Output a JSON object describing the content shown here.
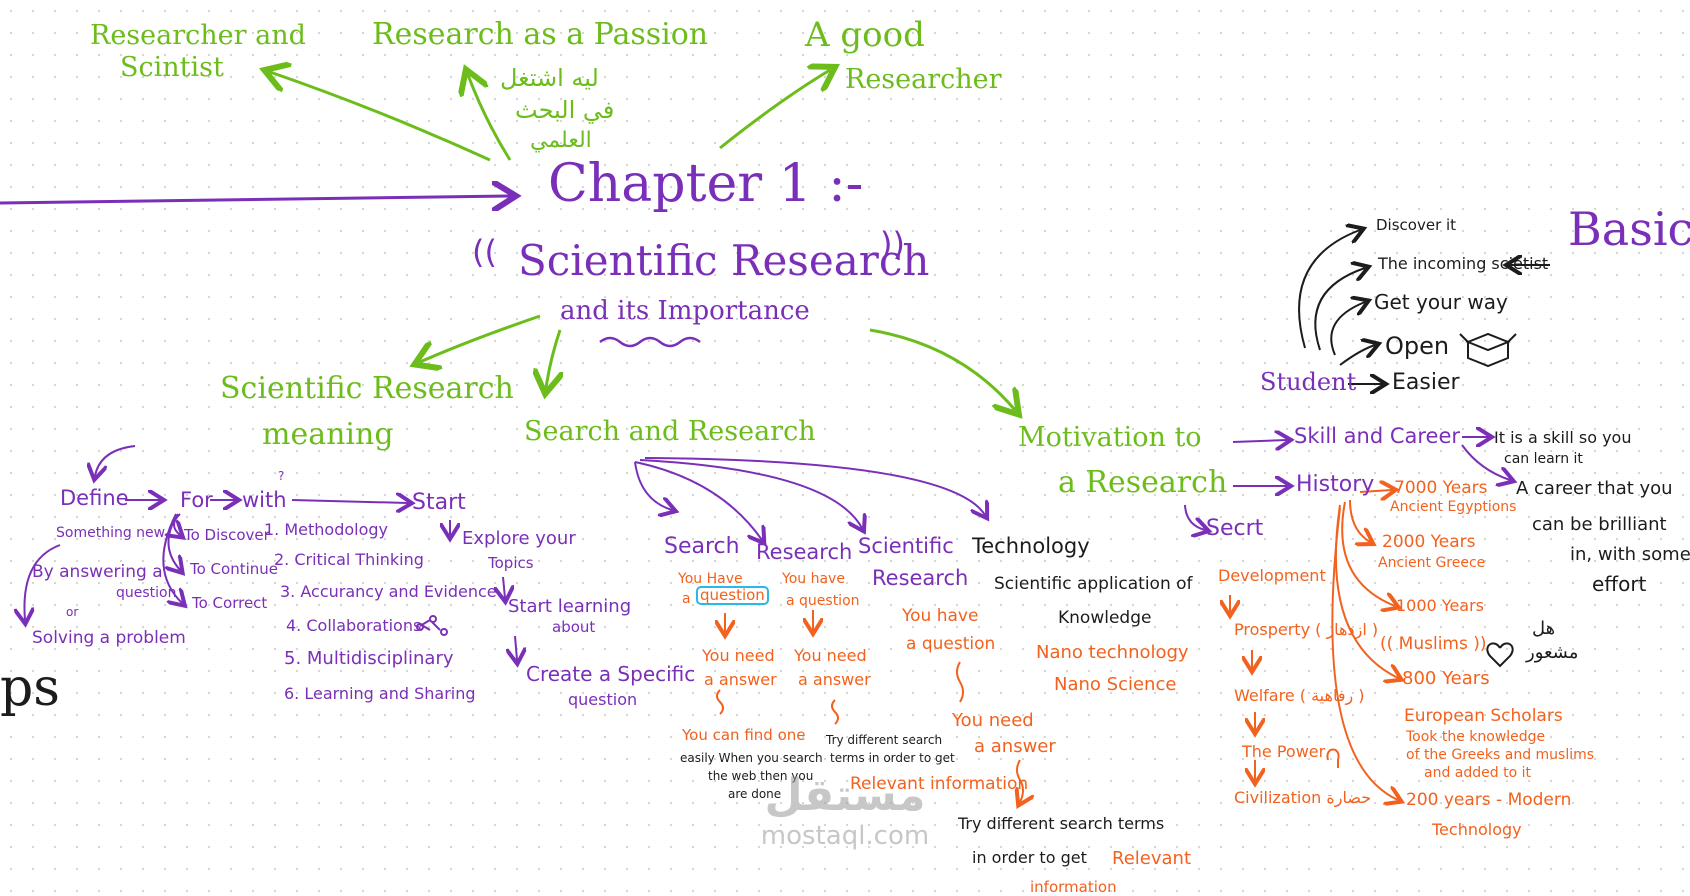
{
  "canvas": {
    "background": "#ffffff",
    "colors": {
      "green": "#6cbd1c",
      "purple": "#7a2fb8",
      "orange": "#f2621e",
      "black": "#1c1c1c",
      "highlight": "#2ab8e8"
    }
  },
  "center": {
    "title": "Chapter 1 :-",
    "open_quote": "((",
    "subtitle": "Scientific Research",
    "close_quote": "))",
    "subtitle2": "and its Importance"
  },
  "top_branches": {
    "researcher": [
      "Researcher and",
      "Scintist"
    ],
    "passion": "Research as a Passion",
    "passion_ar": [
      "ليه اشتغل",
      "في البحث",
      "العلمي"
    ],
    "good": [
      "A good",
      "Researcher"
    ]
  },
  "basics": {
    "title": "Basics",
    "student": "Student",
    "items": [
      "Discover it",
      "The incoming scietist",
      "Get your way",
      "Open",
      "Easier"
    ]
  },
  "meaning": {
    "title": [
      "Scientific Research",
      "meaning"
    ],
    "define": "Define",
    "something_new": "Something new",
    "by_answering": [
      "By answering a",
      "question"
    ],
    "or": "or",
    "solving": "Solving a problem",
    "for": "For",
    "with": "with",
    "q_mark": "?",
    "for_items": [
      "To Discover",
      "To Continue",
      "To Correct"
    ],
    "with_items": [
      "1. Methodology",
      "2. Critical Thinking",
      "3. Accurancy and Evidence",
      "4. Collaborations",
      "5. Multidisciplinary",
      "6. Learning and Sharing"
    ],
    "start": "Start",
    "start_items": [
      "Explore your",
      "Topics",
      "Start learning",
      "about",
      "Create a Specific",
      "question"
    ],
    "ps": "ps"
  },
  "search": {
    "title": "Search and Research",
    "cols": {
      "search": {
        "label": "Search",
        "q_pre": "You Have",
        "q_a": "a",
        "q_word": "question",
        "need": [
          "You need",
          "a answer"
        ],
        "find": "You can find one",
        "note": [
          "easily When you search",
          "the web then you",
          "are done"
        ]
      },
      "research": {
        "label": "Research",
        "q": [
          "You have",
          "a question"
        ],
        "need": [
          "You need",
          "a answer"
        ],
        "try": [
          "Try different search",
          "terms in order to get"
        ],
        "relevant": "Relevant information"
      },
      "scientific": {
        "label": [
          "Scientific",
          "Research"
        ],
        "q": [
          "You have",
          "a question"
        ],
        "need": [
          "You need",
          "a answer"
        ],
        "try": [
          "Try different search terms",
          "in order to get"
        ],
        "relevant": [
          "Relevant",
          "information"
        ]
      },
      "technology": {
        "label": "Technology",
        "desc": [
          "Scientific application of",
          "Knowledge"
        ],
        "items": [
          "Nano technology",
          "Nano Science"
        ]
      }
    }
  },
  "motivation": {
    "title": [
      "Motivation to",
      "a Research"
    ],
    "skill": "Skill and Career",
    "skill_note": [
      "It is a skill so you",
      "can learn it"
    ],
    "career_note": [
      "A career that you",
      "can be brilliant",
      "in, with some",
      "effort"
    ],
    "history": "History",
    "history_items": [
      [
        "7000 Years",
        "Ancient Egyptions"
      ],
      [
        "2000 Years",
        "Ancient Greece"
      ],
      [
        "1000 Years"
      ],
      [
        "(( Muslims ))"
      ],
      [
        "800 Years"
      ],
      [
        "European Scholars",
        "Took the knowledge",
        "of the Greeks and muslims",
        "and added to it"
      ],
      [
        "200 years - Modern",
        "Technology"
      ]
    ],
    "heart_ar": [
      "هل",
      "مشعور"
    ],
    "secret": "Secrt",
    "secret_items": [
      "Development",
      "Prosperty ( ازدهار )",
      "Welfare ( رفاهية )",
      "The Power",
      "Civilization حضارة"
    ]
  },
  "watermark": {
    "ar": "مستقل",
    "en": "mostaql.com"
  }
}
